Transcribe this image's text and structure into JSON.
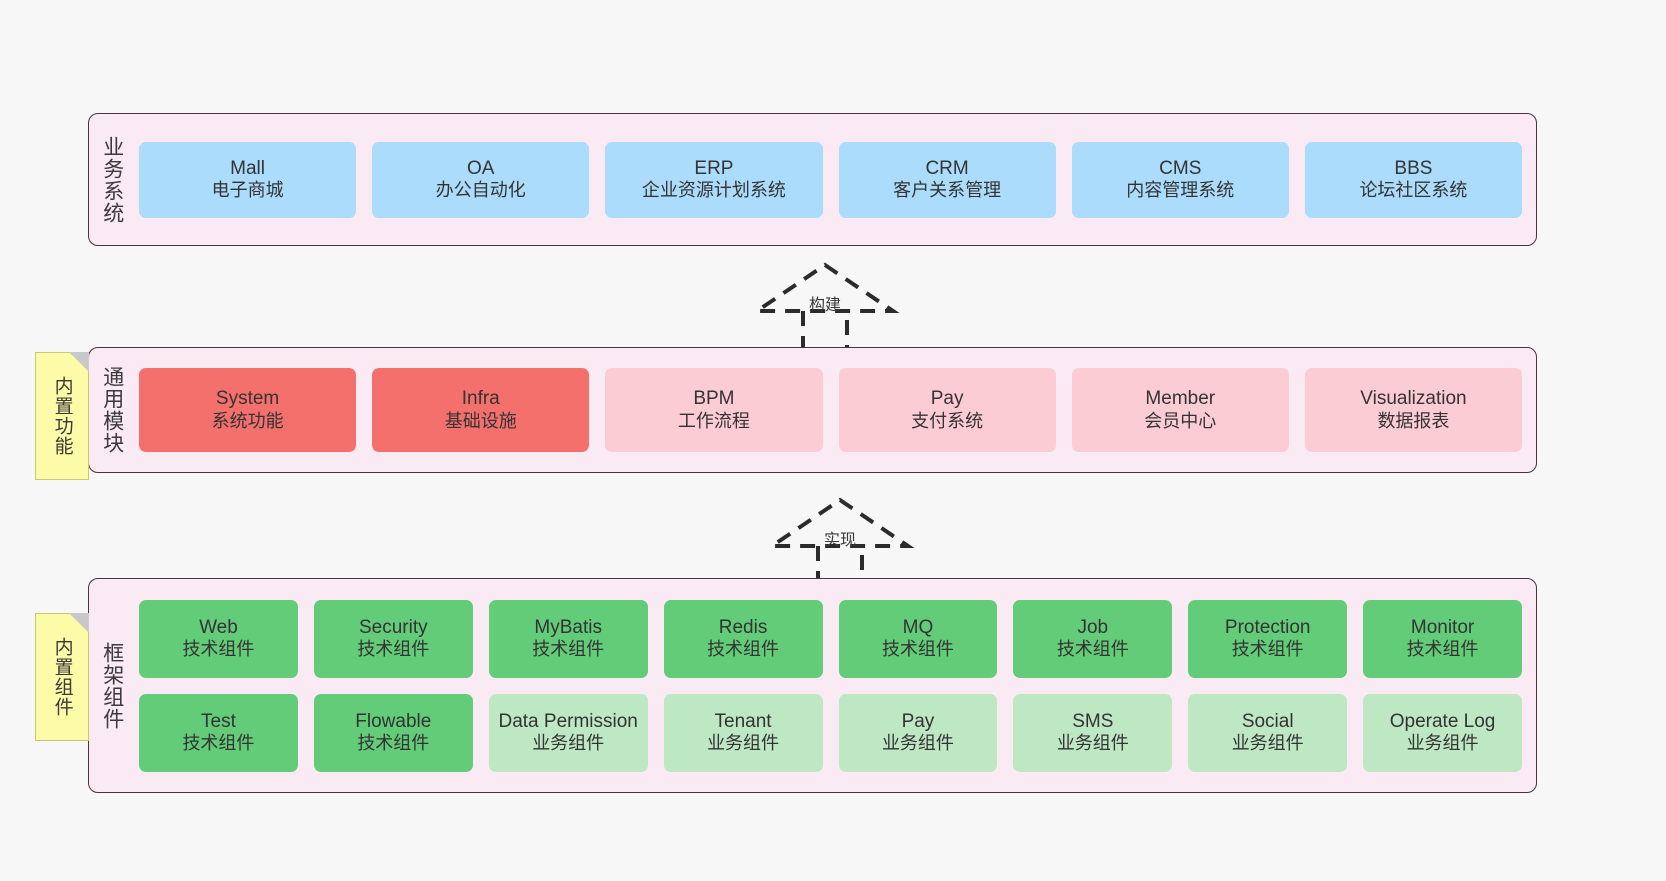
{
  "diagram": {
    "background_color": "#F7F7F7",
    "layer_fill": "#FAEAF4",
    "layer_border": "#4A3340"
  },
  "layers": [
    {
      "id": "business",
      "title": "业务系统",
      "rows": [
        {
          "nodes": [
            {
              "en": "Mall",
              "cn": "电子商城",
              "style": "n-blue"
            },
            {
              "en": "OA",
              "cn": "办公自动化",
              "style": "n-blue"
            },
            {
              "en": "ERP",
              "cn": "企业资源计划系统",
              "style": "n-blue"
            },
            {
              "en": "CRM",
              "cn": "客户关系管理",
              "style": "n-blue"
            },
            {
              "en": "CMS",
              "cn": "内容管理系统",
              "style": "n-blue"
            },
            {
              "en": "BBS",
              "cn": "论坛社区系统",
              "style": "n-blue"
            }
          ]
        }
      ]
    },
    {
      "id": "modules",
      "title": "通用模块",
      "note": "内置功能",
      "rows": [
        {
          "nodes": [
            {
              "en": "System",
              "cn": "系统功能",
              "style": "n-red"
            },
            {
              "en": "Infra",
              "cn": "基础设施",
              "style": "n-red"
            },
            {
              "en": "BPM",
              "cn": "工作流程",
              "style": "n-pink"
            },
            {
              "en": "Pay",
              "cn": "支付系统",
              "style": "n-pink"
            },
            {
              "en": "Member",
              "cn": "会员中心",
              "style": "n-pink"
            },
            {
              "en": "Visualization",
              "cn": "数据报表",
              "style": "n-pink"
            }
          ]
        }
      ]
    },
    {
      "id": "framework",
      "title": "框架组件",
      "note": "内置组件",
      "rows": [
        {
          "nodes": [
            {
              "en": "Web",
              "cn": "技术组件",
              "style": "n-green"
            },
            {
              "en": "Security",
              "cn": "技术组件",
              "style": "n-green"
            },
            {
              "en": "MyBatis",
              "cn": "技术组件",
              "style": "n-green"
            },
            {
              "en": "Redis",
              "cn": "技术组件",
              "style": "n-green"
            },
            {
              "en": "MQ",
              "cn": "技术组件",
              "style": "n-green"
            },
            {
              "en": "Job",
              "cn": "技术组件",
              "style": "n-green"
            },
            {
              "en": "Protection",
              "cn": "技术组件",
              "style": "n-green"
            },
            {
              "en": "Monitor",
              "cn": "技术组件",
              "style": "n-green"
            }
          ]
        },
        {
          "nodes": [
            {
              "en": "Test",
              "cn": "技术组件",
              "style": "n-green"
            },
            {
              "en": "Flowable",
              "cn": "技术组件",
              "style": "n-green"
            },
            {
              "en": "Data Permission",
              "cn": "业务组件",
              "style": "n-greenlight"
            },
            {
              "en": "Tenant",
              "cn": "业务组件",
              "style": "n-greenlight"
            },
            {
              "en": "Pay",
              "cn": "业务组件",
              "style": "n-greenlight"
            },
            {
              "en": "SMS",
              "cn": "业务组件",
              "style": "n-greenlight"
            },
            {
              "en": "Social",
              "cn": "业务组件",
              "style": "n-greenlight"
            },
            {
              "en": "Operate Log",
              "cn": "业务组件",
              "style": "n-greenlight"
            }
          ]
        }
      ]
    }
  ],
  "relations": [
    {
      "id": "build",
      "label": "构建"
    },
    {
      "id": "implement",
      "label": "实现"
    }
  ],
  "legend_colors": {
    "business": "#ACDCFB",
    "module_core": "#F4706D",
    "module_optional": "#FCCCD4",
    "tech_component": "#63CC79",
    "biz_component": "#BEE8C4",
    "note": "#FCFBA8"
  }
}
